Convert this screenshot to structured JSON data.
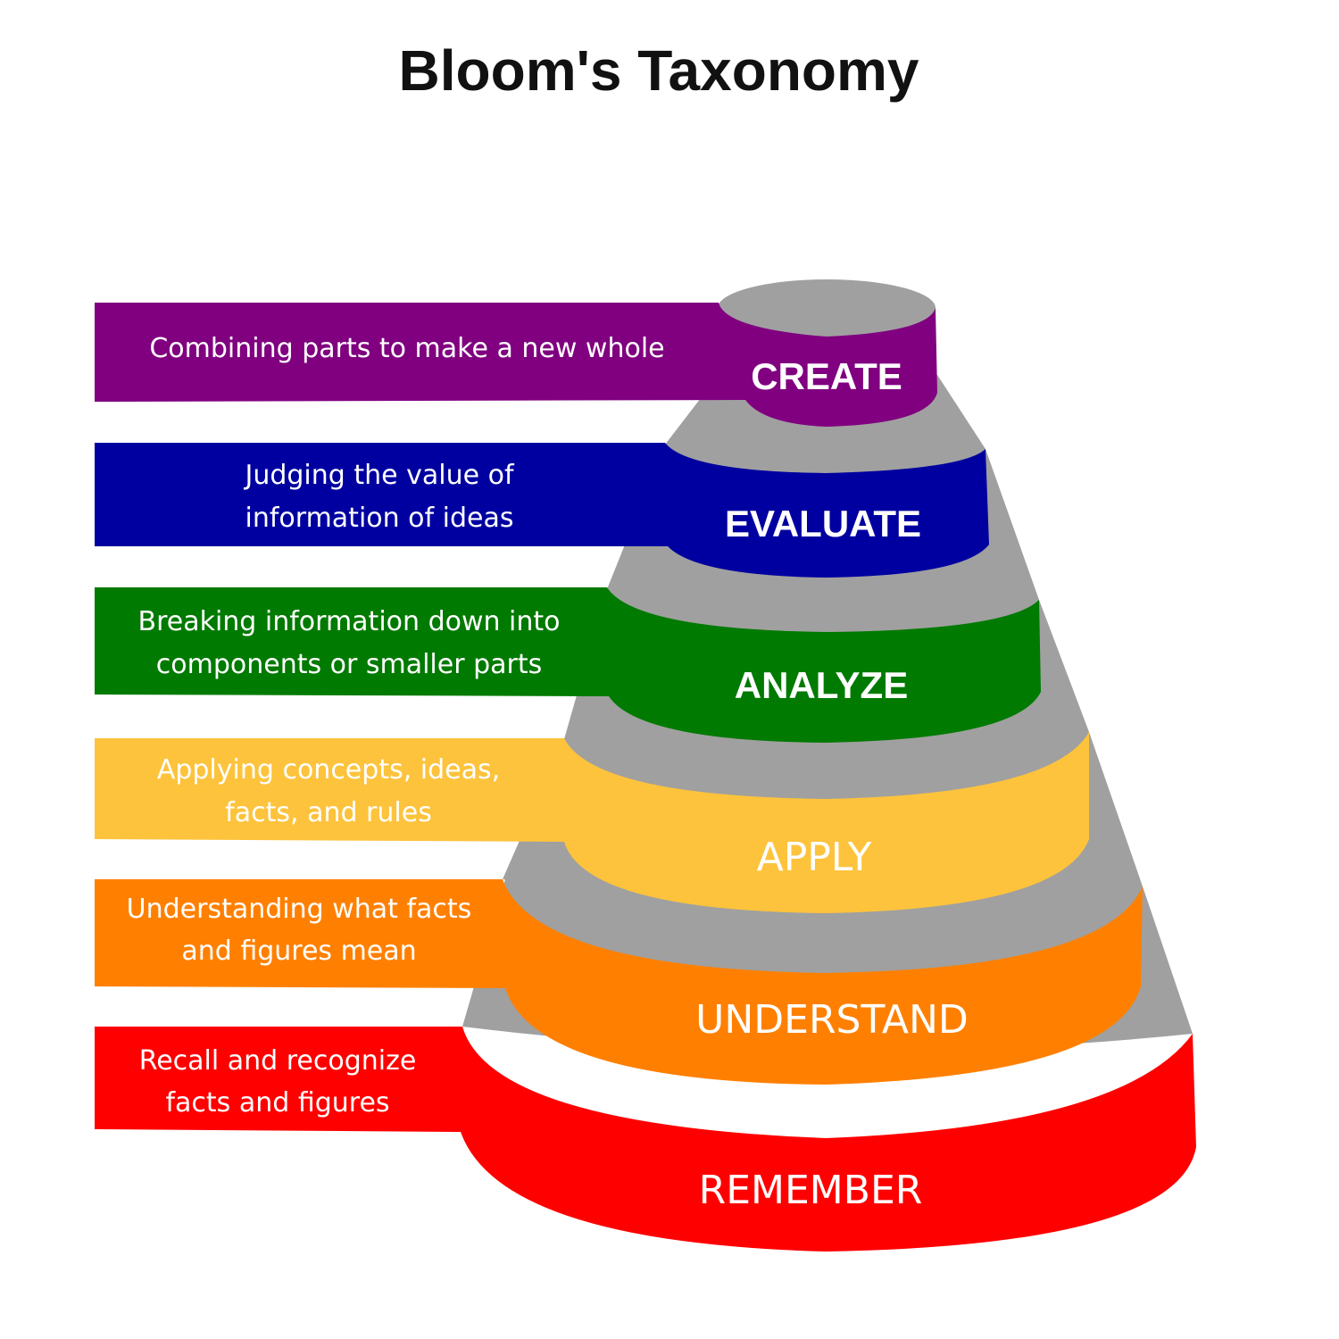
{
  "title": "Bloom's Taxonomy",
  "colors": {
    "tier_gray": "#a0a0a0",
    "background": "#ffffff",
    "text": "#ffffff"
  },
  "levels": [
    {
      "name": "CREATE",
      "description": [
        "Combining parts to make a new whole"
      ],
      "color": "#800080"
    },
    {
      "name": "EVALUATE",
      "description": [
        "Judging the value of",
        "information of ideas"
      ],
      "color": "#0000a0"
    },
    {
      "name": "ANALYZE",
      "description": [
        "Breaking information down into",
        "components or smaller parts"
      ],
      "color": "#007a00"
    },
    {
      "name": "APPLY",
      "description": [
        "Applying concepts, ideas,",
        "facts, and rules"
      ],
      "color": "#fdc33c"
    },
    {
      "name": "UNDERSTAND",
      "description": [
        "Understanding what facts",
        "and figures mean"
      ],
      "color": "#ff8000"
    },
    {
      "name": "REMEMBER",
      "description": [
        "Recall and recognize",
        "facts and figures"
      ],
      "color": "#ff0000"
    }
  ]
}
